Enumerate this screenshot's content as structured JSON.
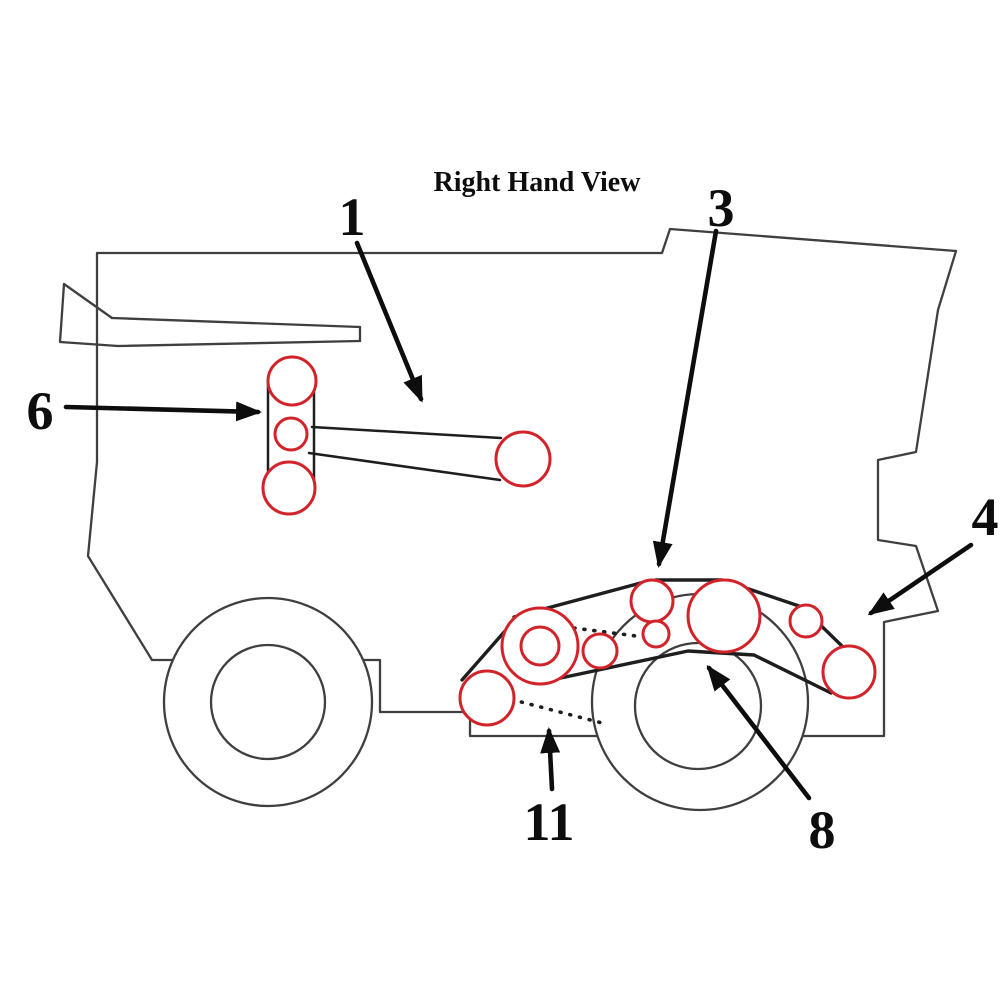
{
  "title": "Right Hand View",
  "callouts": [
    {
      "label": "1"
    },
    {
      "label": "3"
    },
    {
      "label": "4"
    },
    {
      "label": "6"
    },
    {
      "label": "8"
    },
    {
      "label": "11"
    }
  ],
  "colors": {
    "background": "#ffffff",
    "machine_outline": "#3f3f3f",
    "belt_line": "#1e1e1e",
    "pulley_stroke": "#d2232a",
    "annotation": "#0d0d0d"
  }
}
